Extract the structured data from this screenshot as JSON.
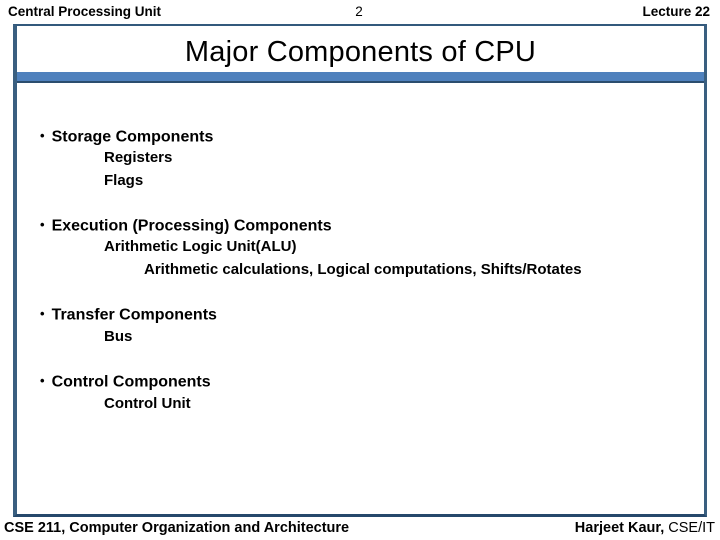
{
  "colors": {
    "accent_bar": "#4f81bd",
    "bar_underline": "#2b4d6e",
    "frame_vertical": "#3a5f80",
    "frame_top": "#33597c",
    "frame_bottom": "#26486b",
    "text": "#000000",
    "bg": "#ffffff"
  },
  "header": {
    "left": "Central Processing Unit",
    "page_number": "2",
    "right": "Lecture 22"
  },
  "title": "Major Components of CPU",
  "body": {
    "bullet_char": "•",
    "sections": [
      {
        "heading": "Storage Components",
        "items": [
          {
            "text": "Registers",
            "level": 1
          },
          {
            "text": "Flags",
            "level": 1
          }
        ]
      },
      {
        "heading": "Execution (Processing) Components",
        "items": [
          {
            "text": "Arithmetic Logic Unit(ALU)",
            "level": 1
          },
          {
            "text": "Arithmetic calculations, Logical computations, Shifts/Rotates",
            "level": 2
          }
        ]
      },
      {
        "heading": "Transfer Components",
        "items": [
          {
            "text": "Bus",
            "level": 1
          }
        ]
      },
      {
        "heading": "Control Components",
        "items": [
          {
            "text": "Control Unit",
            "level": 1
          }
        ]
      }
    ]
  },
  "footer": {
    "left": "CSE 211, Computer Organization and Architecture",
    "right_name": "Harjeet Kaur,",
    "right_suffix": "CSE/IT"
  }
}
